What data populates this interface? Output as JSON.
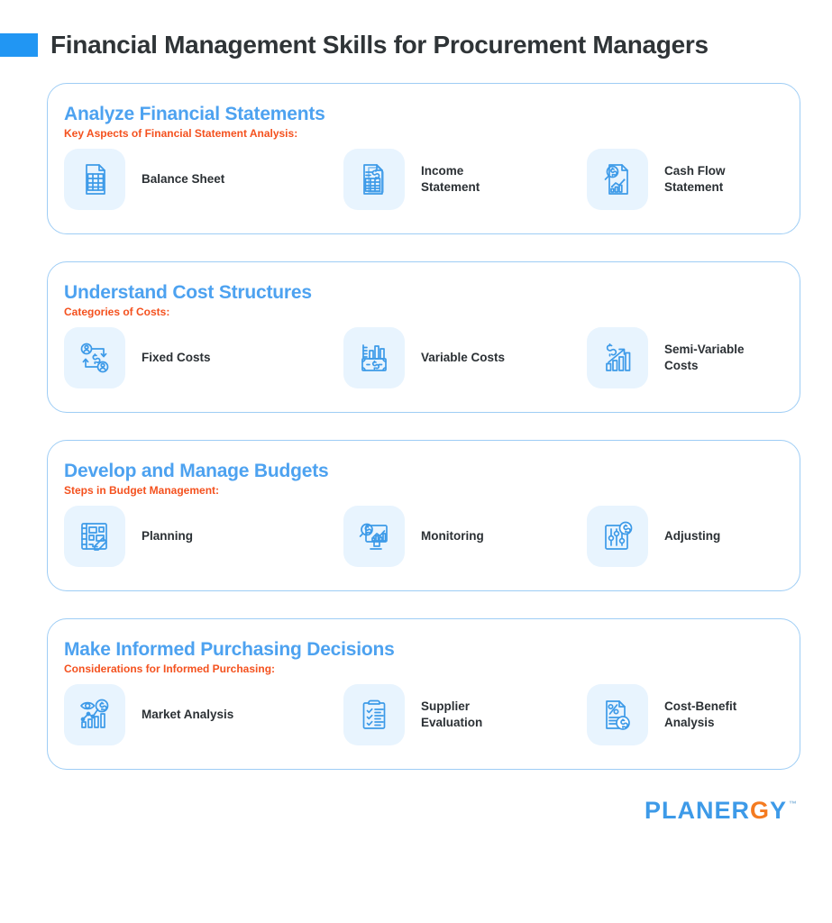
{
  "header": {
    "title": "Financial Management Skills for Procurement Managers",
    "marker_color": "#2196f3"
  },
  "theme": {
    "heading_blue": "#4da2f0",
    "subheading_orange": "#f4511e",
    "card_border": "#9ecdf5",
    "icon_tile_bg": "#e8f4fe",
    "icon_stroke": "#3d9ae8",
    "label_color": "#2b3034"
  },
  "cards": [
    {
      "heading": "Analyze Financial Statements",
      "subheading": "Key Aspects of Financial Statement Analysis:",
      "items": [
        {
          "label": "Balance Sheet",
          "icon": "document-table-icon"
        },
        {
          "label": "Income\nStatement",
          "icon": "document-dollar-stack-icon"
        },
        {
          "label": "Cash Flow\nStatement",
          "icon": "document-magnifier-chart-icon"
        }
      ]
    },
    {
      "heading": "Understand Cost Structures",
      "subheading": "Categories of Costs:",
      "items": [
        {
          "label": "Fixed Costs",
          "icon": "money-transfer-users-icon"
        },
        {
          "label": "Variable Costs",
          "icon": "factory-banknote-icon"
        },
        {
          "label": "Semi-Variable\nCosts",
          "icon": "dollar-growth-bars-icon"
        }
      ]
    },
    {
      "heading": "Develop and Manage Budgets",
      "subheading": "Steps in Budget Management:",
      "items": [
        {
          "label": "Planning",
          "icon": "blueprint-pencil-icon"
        },
        {
          "label": "Monitoring",
          "icon": "monitor-magnifier-chart-icon"
        },
        {
          "label": "Adjusting",
          "icon": "sliders-dollar-icon"
        }
      ]
    },
    {
      "heading": "Make Informed Purchasing Decisions",
      "subheading": "Considerations for Informed Purchasing:",
      "items": [
        {
          "label": "Market Analysis",
          "icon": "eye-dollar-chart-icon"
        },
        {
          "label": "Supplier\nEvaluation",
          "icon": "clipboard-checklist-icon"
        },
        {
          "label": "Cost-Benefit\nAnalysis",
          "icon": "percent-document-dollar-icon"
        }
      ]
    }
  ],
  "footer": {
    "logo_part_1": "PLANER",
    "logo_part_2": "G",
    "logo_part_3": "Y",
    "trademark": "™"
  }
}
